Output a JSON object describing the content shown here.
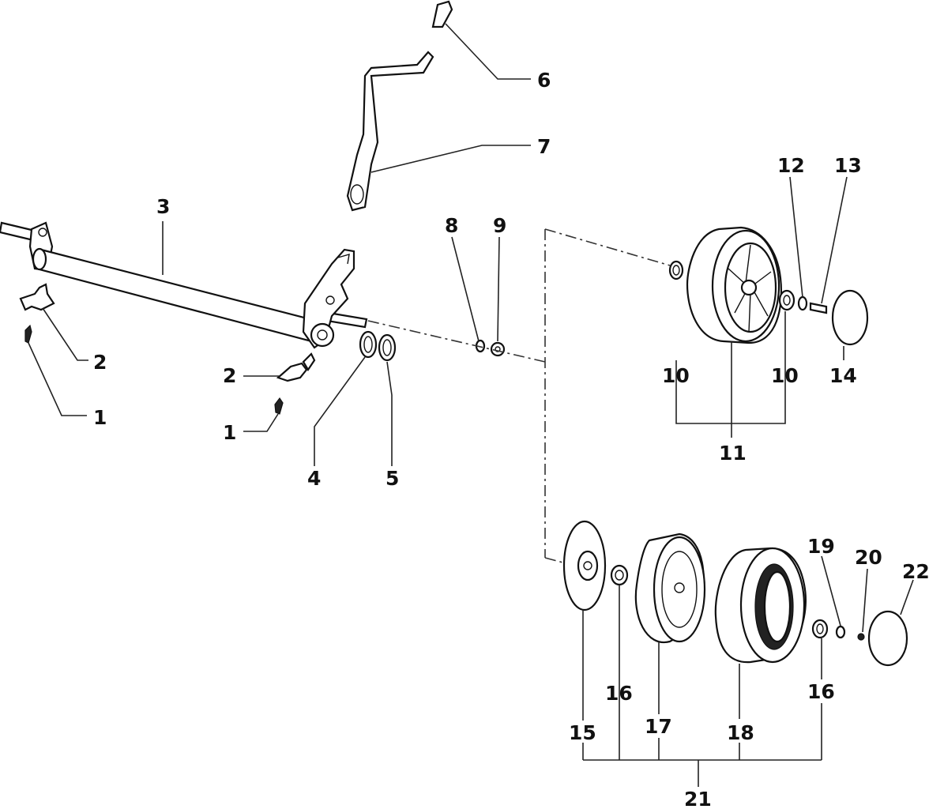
{
  "labels": {
    "p1a": "1",
    "p1b": "1",
    "p2a": "2",
    "p2b": "2",
    "p3": "3",
    "p4": "4",
    "p5": "5",
    "p6": "6",
    "p7": "7",
    "p8": "8",
    "p9": "9",
    "p10a": "10",
    "p10b": "10",
    "p11": "11",
    "p12": "12",
    "p13": "13",
    "p14": "14",
    "p15": "15",
    "p16a": "16",
    "p16b": "16",
    "p17": "17",
    "p18": "18",
    "p19": "19",
    "p20": "20",
    "p21": "21",
    "p22": "22"
  }
}
